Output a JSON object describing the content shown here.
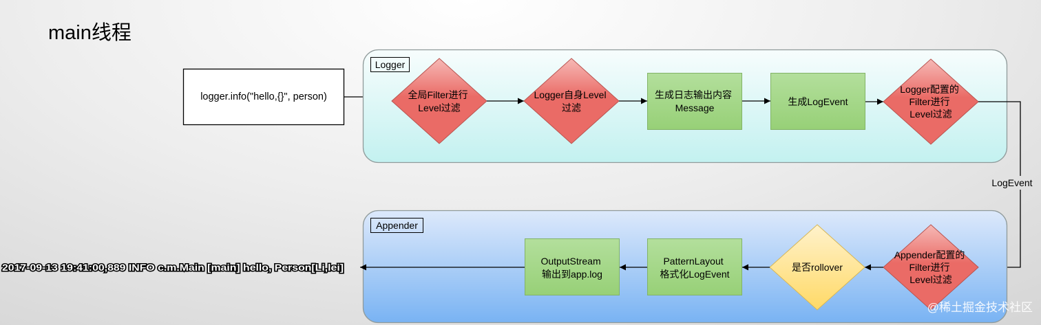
{
  "title": "main线程",
  "call": "logger.info(\"hello,{}\", person)",
  "logger": {
    "label": "Logger",
    "nodes": [
      [
        "全局Filter进行",
        "Level过滤"
      ],
      [
        "Logger自身Level",
        "过滤"
      ],
      [
        "生成日志输出内容",
        "Message"
      ],
      [
        "生成LogEvent"
      ],
      [
        "Logger配置的",
        "Filter进行",
        "Level过滤"
      ]
    ]
  },
  "edge_label": "LogEvent",
  "appender": {
    "label": "Appender",
    "nodes": [
      [
        "Appender配置的",
        "Filter进行",
        "Level过滤"
      ],
      [
        "是否rollover"
      ],
      [
        "PatternLayout",
        "格式化LogEvent"
      ],
      [
        "OutputStream",
        "输出到app.log"
      ]
    ]
  },
  "output_line": "2017-09-13 19:41:00,889 INFO c.m.Main [main] hello, Person[Li,lei]",
  "watermark": "@稀土掘金技术社区",
  "colors": {
    "logger_top": "#f7fdfd",
    "logger_bottom": "#c3f1f0",
    "appender_top": "#dde9fb",
    "appender_bottom": "#79b3f3",
    "filter_top": "#f6b9b6",
    "filter_bottom": "#ea6b66",
    "filter_stroke": "#b85450",
    "step_top": "#b3df9c",
    "step_bottom": "#97d077",
    "step_stroke": "#82b366",
    "rollover_top": "#fff2cc",
    "rollover_bottom": "#ffd966",
    "rollover_stroke": "#d6b656",
    "container_stroke": "#8f9a9a"
  }
}
